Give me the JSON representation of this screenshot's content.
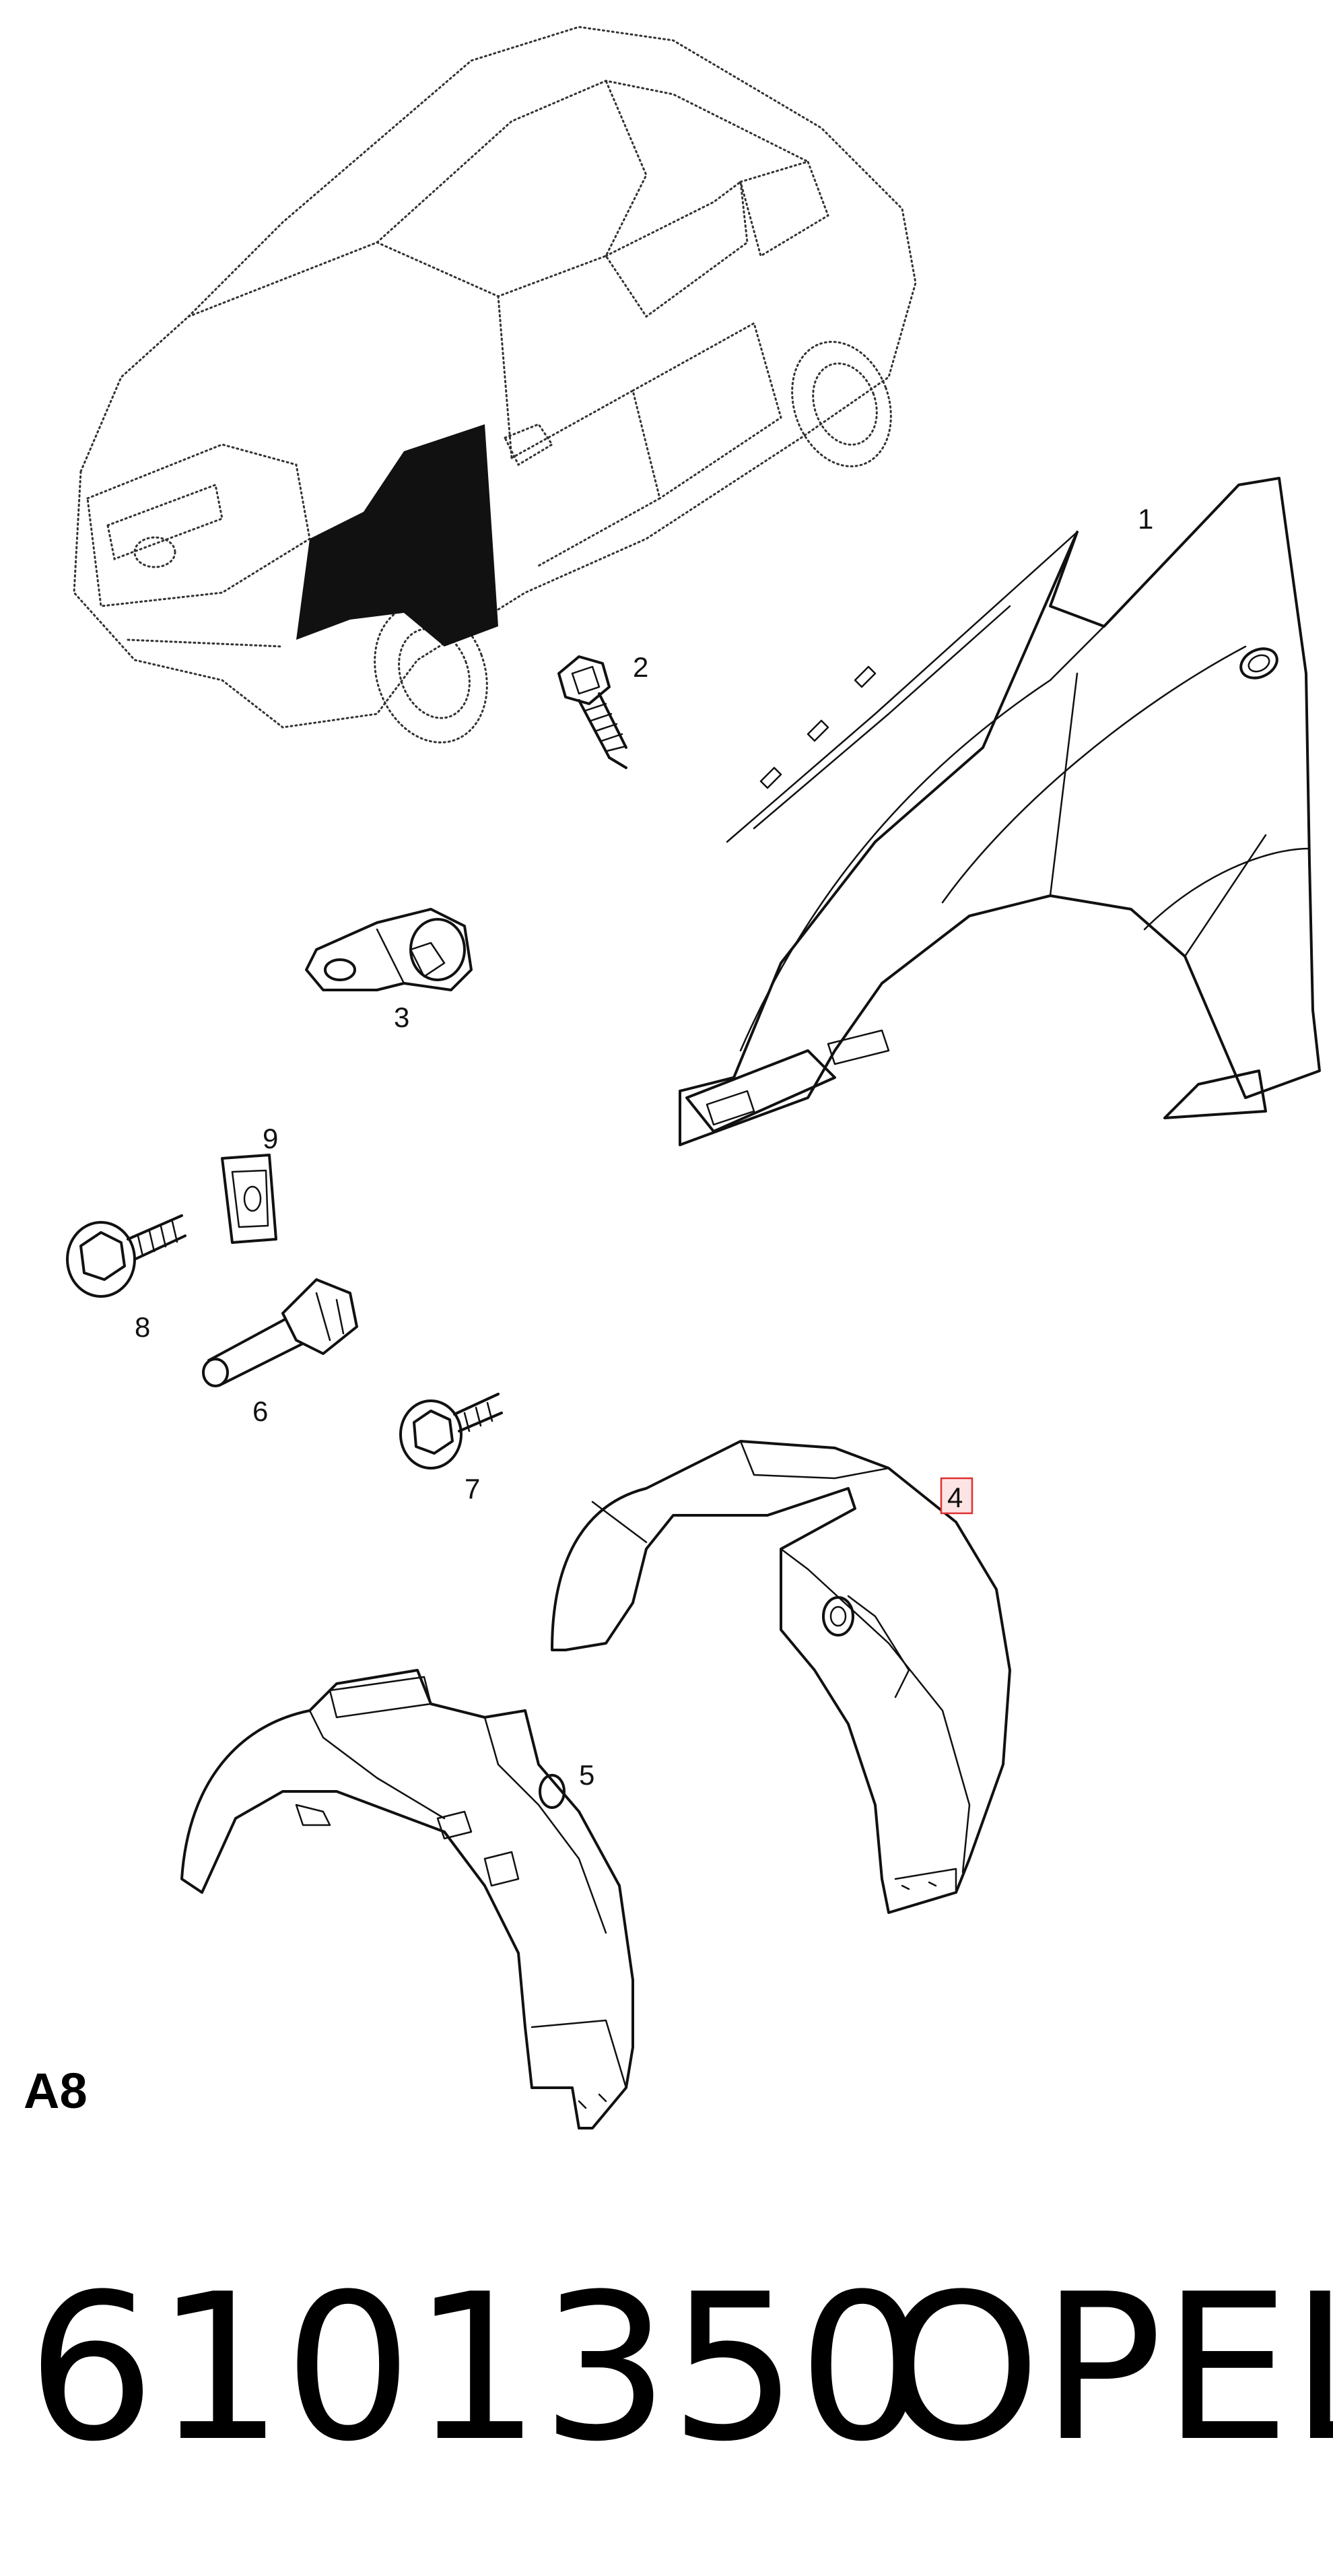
{
  "diagram": {
    "callouts": [
      {
        "id": "1",
        "label": "1"
      },
      {
        "id": "2",
        "label": "2"
      },
      {
        "id": "3",
        "label": "3"
      },
      {
        "id": "4",
        "label": "4",
        "highlight": "#e03030"
      },
      {
        "id": "5",
        "label": "5"
      },
      {
        "id": "6",
        "label": "6"
      },
      {
        "id": "7",
        "label": "7"
      },
      {
        "id": "8",
        "label": "8"
      },
      {
        "id": "9",
        "label": "9"
      }
    ],
    "sheet_code": "A8",
    "part_number": "6101350",
    "brand": "OPEL"
  }
}
